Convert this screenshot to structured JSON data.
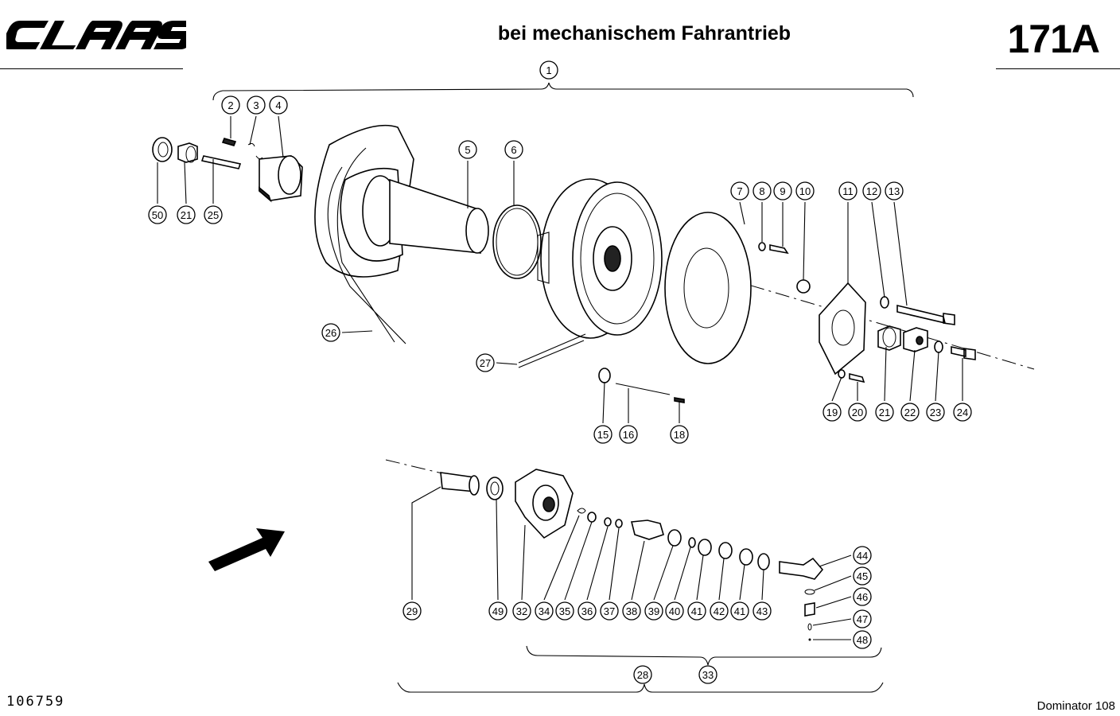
{
  "header": {
    "logo_text": "CLAAS",
    "title": "bei mechanischem Fahrantrieb",
    "page_code": "171A"
  },
  "footer": {
    "document_number": "106759",
    "model": "Dominator 108"
  },
  "callouts": [
    "1",
    "2",
    "3",
    "4",
    "5",
    "6",
    "7",
    "8",
    "9",
    "10",
    "11",
    "12",
    "13",
    "50",
    "21",
    "25",
    "26",
    "27",
    "15",
    "16",
    "18",
    "19",
    "20",
    "21",
    "22",
    "23",
    "24",
    "29",
    "49",
    "32",
    "34",
    "35",
    "36",
    "37",
    "38",
    "39",
    "40",
    "41",
    "42",
    "41",
    "43",
    "44",
    "45",
    "46",
    "47",
    "48",
    "28",
    "33"
  ]
}
